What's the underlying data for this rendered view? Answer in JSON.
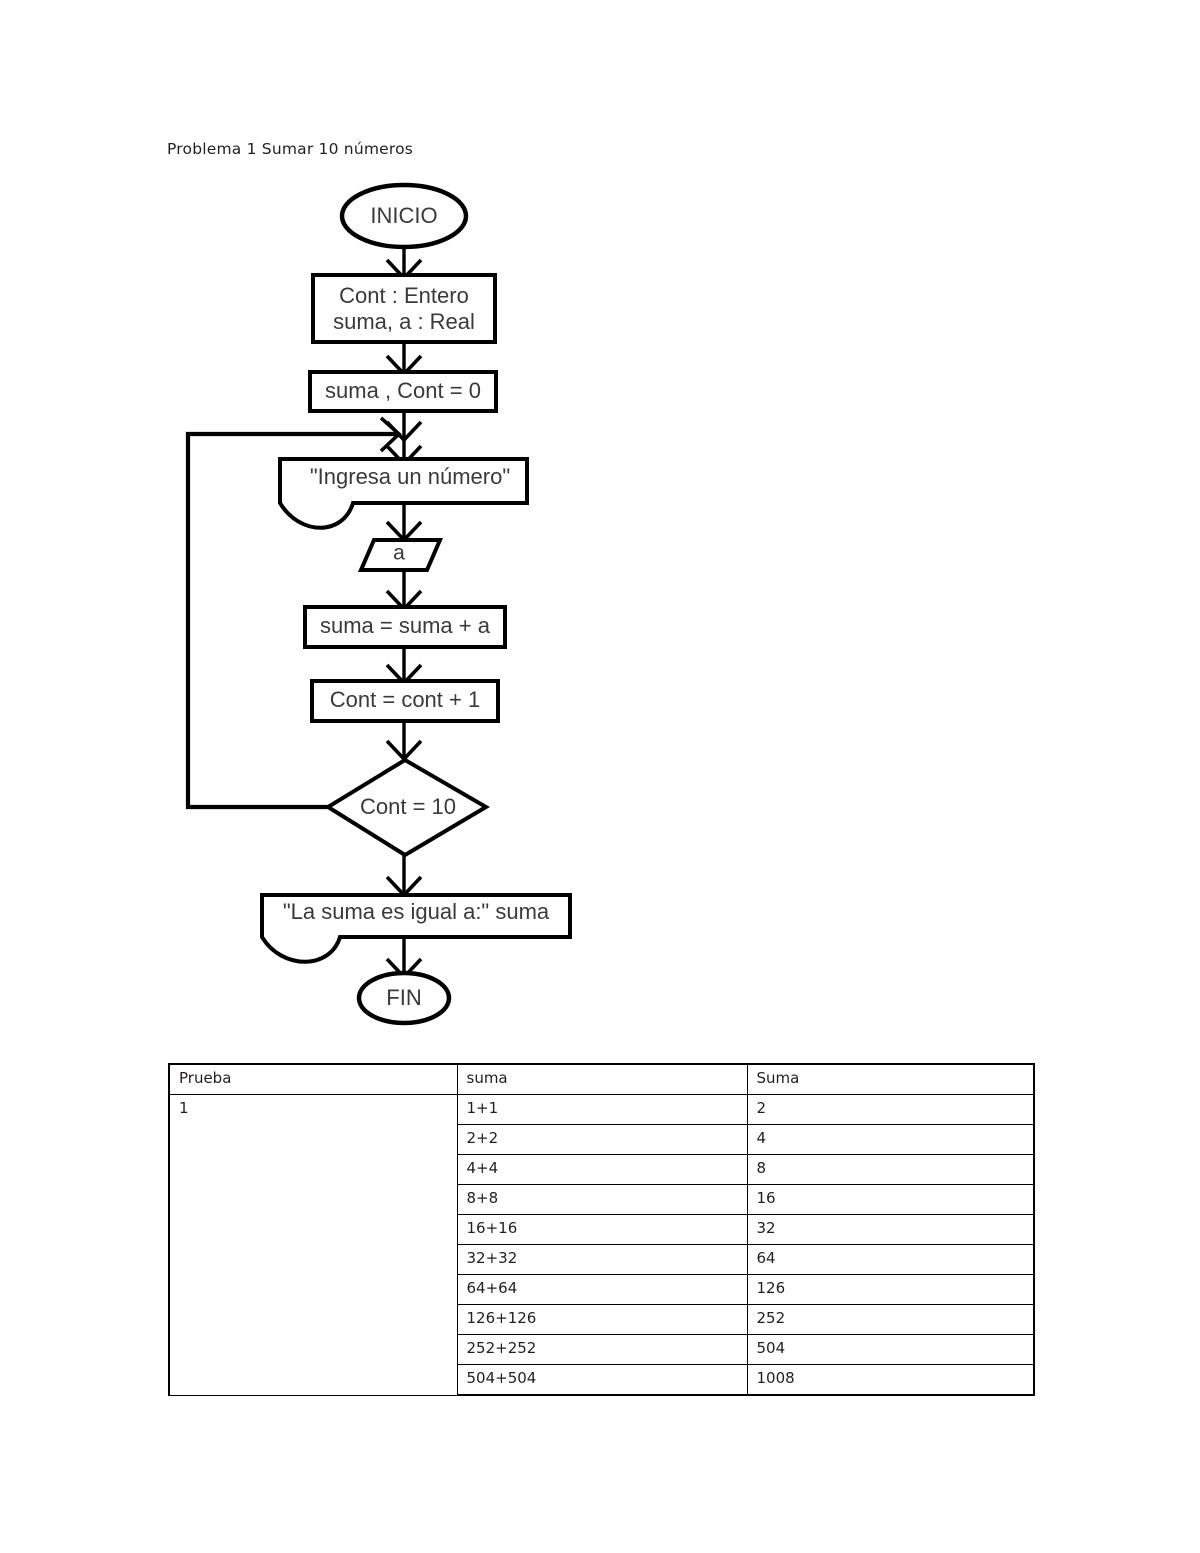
{
  "document": {
    "title": "Problema 1 Sumar 10 números"
  },
  "flowchart": {
    "nodes": {
      "start": {
        "label": "INICIO",
        "shape": "oval"
      },
      "declare": {
        "line1": "Cont : Entero",
        "line2": "suma, a : Real",
        "shape": "process"
      },
      "init": {
        "label": "suma , Cont = 0",
        "shape": "process"
      },
      "prompt": {
        "label": "\"Ingresa un número\"",
        "shape": "display-output"
      },
      "input": {
        "label": "a",
        "shape": "parallelogram-input"
      },
      "accumulate": {
        "label": "suma = suma + a",
        "shape": "process"
      },
      "increment": {
        "label": "Cont = cont + 1",
        "shape": "process"
      },
      "decision": {
        "label": "Cont = 10",
        "shape": "diamond"
      },
      "output": {
        "label": "\"La suma es igual a:\" suma",
        "shape": "display-output"
      },
      "end": {
        "label": "FIN",
        "shape": "oval"
      }
    },
    "loop_back_note": ""
  },
  "table": {
    "headers": [
      "Prueba",
      "suma",
      "Suma"
    ],
    "prueba": "1",
    "rows": [
      {
        "suma": "1+1",
        "total": "2"
      },
      {
        "suma": "2+2",
        "total": "4"
      },
      {
        "suma": "4+4",
        "total": "8"
      },
      {
        "suma": "8+8",
        "total": "16"
      },
      {
        "suma": "16+16",
        "total": "32"
      },
      {
        "suma": "32+32",
        "total": "64"
      },
      {
        "suma": "64+64",
        "total": "126"
      },
      {
        "suma": "126+126",
        "total": "252"
      },
      {
        "suma": "252+252",
        "total": "504"
      },
      {
        "suma": "504+504",
        "total": "1008"
      }
    ]
  },
  "colors": {
    "ink": "#000000",
    "text": "#231f20",
    "shape_text": "#3a3a3a",
    "page": "#ffffff"
  }
}
